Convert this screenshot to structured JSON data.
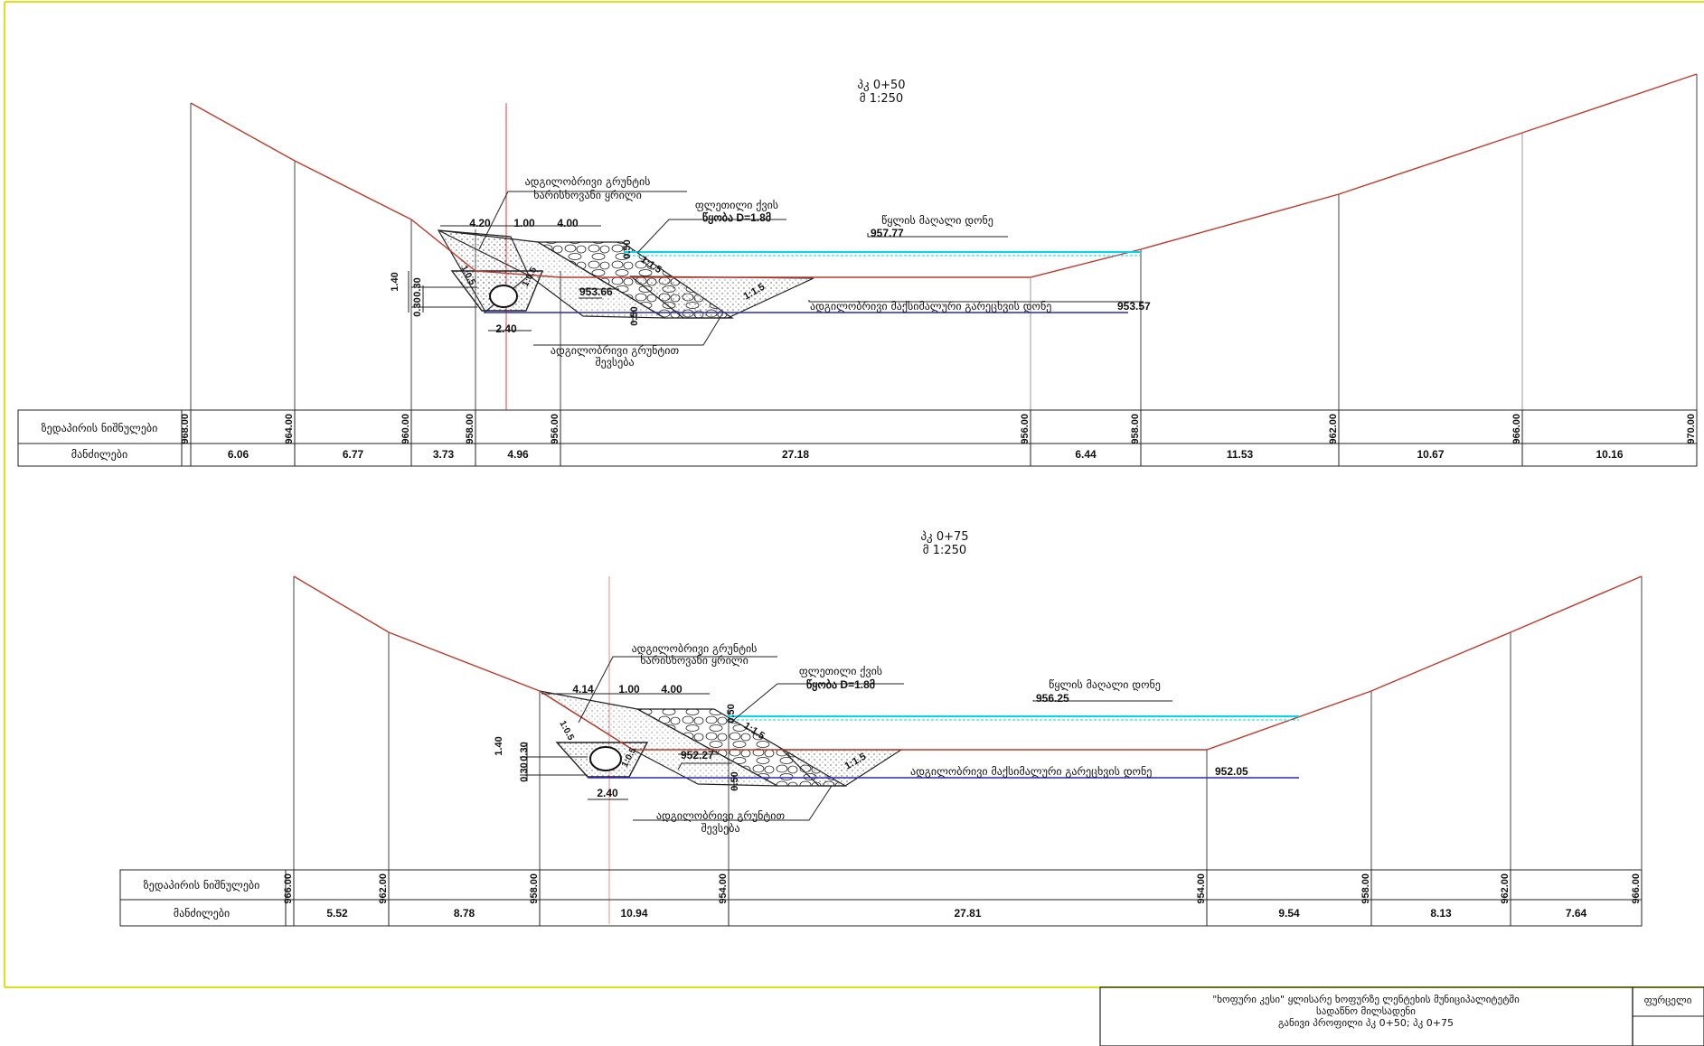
{
  "sections": [
    {
      "station": "პკ 0+50",
      "scale": "მ 1:250",
      "ground_label": "ადგილობრივი გრუნტის",
      "ground_label2": "ხარისხოვანი ყრილი",
      "stone_label": "ფლეთილი ქვის",
      "stone_label2": "წყობა D=1.8მ",
      "water_label": "წყლის მაღალი დონე",
      "water_level": "957.77",
      "bottom_label": "ადგილობრივი მაქსიმალური გარეცხვის   დონე",
      "bottom_level": "953.57",
      "local_level": "953.66",
      "fill_label": "ადგილობრივი გრუნტით",
      "fill_label2": "შევსება",
      "dims": {
        "d1": "4.20",
        "d2": "1.00",
        "d3": "4.00",
        "d4": "2.40",
        "h1": "1.40",
        "h2": "0.30",
        "h3": "0.30",
        "h4": "0.50",
        "h5": "0.50"
      },
      "slopes": {
        "s1": "1:0.5",
        "s2": "1:0.5",
        "s3": "1:1.5",
        "s4": "1:1.5"
      },
      "row1_label": "ზედაპირის ნიშნულები",
      "row2_label": "მანძილები",
      "elevations": [
        "968.00",
        "964.00",
        "960.00",
        "958.00",
        "956.00",
        "956.00",
        "958.00",
        "962.00",
        "966.00",
        "970.00"
      ],
      "distances": [
        "6.06",
        "6.77",
        "3.73",
        "4.96",
        "27.18",
        "6.44",
        "11.53",
        "10.67",
        "10.16"
      ]
    },
    {
      "station": "პკ 0+75",
      "scale": "მ 1:250",
      "ground_label": "ადგილობრივი გრუნტის",
      "ground_label2": "ხარისხოვანი ყრილი",
      "stone_label": "ფლეთილი ქვის",
      "stone_label2": "წყობა D=1.8მ",
      "water_label": "წყლის მაღალი დონე",
      "water_level": "956.25",
      "bottom_label": "ადგილობრივი მაქსიმალური გარეცხვის   დონე",
      "bottom_level": "952.05",
      "local_level": "952.27",
      "fill_label": "ადგილობრივი გრუნტით",
      "fill_label2": "შევსება",
      "dims": {
        "d1": "4.14",
        "d2": "1.00",
        "d3": "4.00",
        "d4": "2.40",
        "h1": "1.40",
        "h2": "0.30",
        "h3": "0.30",
        "h4": "0.50",
        "h5": "0.50"
      },
      "slopes": {
        "s1": "1:0.5",
        "s2": "1:0.5",
        "s3": "1:1.5",
        "s4": "1:1.5"
      },
      "row1_label": "ზედაპირის ნიშნულები",
      "row2_label": "მანძილები",
      "elevations": [
        "966.00",
        "962.00",
        "958.00",
        "954.00",
        "954.00",
        "958.00",
        "962.00",
        "966.00"
      ],
      "distances": [
        "5.52",
        "8.78",
        "10.94",
        "27.81",
        "9.54",
        "8.13",
        "7.64"
      ]
    }
  ],
  "title_block": {
    "line1": "\"ხოფური კესი\" ყლისარე ხოფურზე ლენტეხის მუნიციპალიტეტში",
    "line2": "სადაწნო მილსადენი",
    "line3": "განივი პროფილი პკ 0+50; პკ 0+75",
    "sheet_label": "ფურცელი"
  },
  "colors": {
    "ground": "#c0392b",
    "water": "#00d8f0",
    "scour": "#2a2ab8",
    "frame": "#d9e21a"
  }
}
